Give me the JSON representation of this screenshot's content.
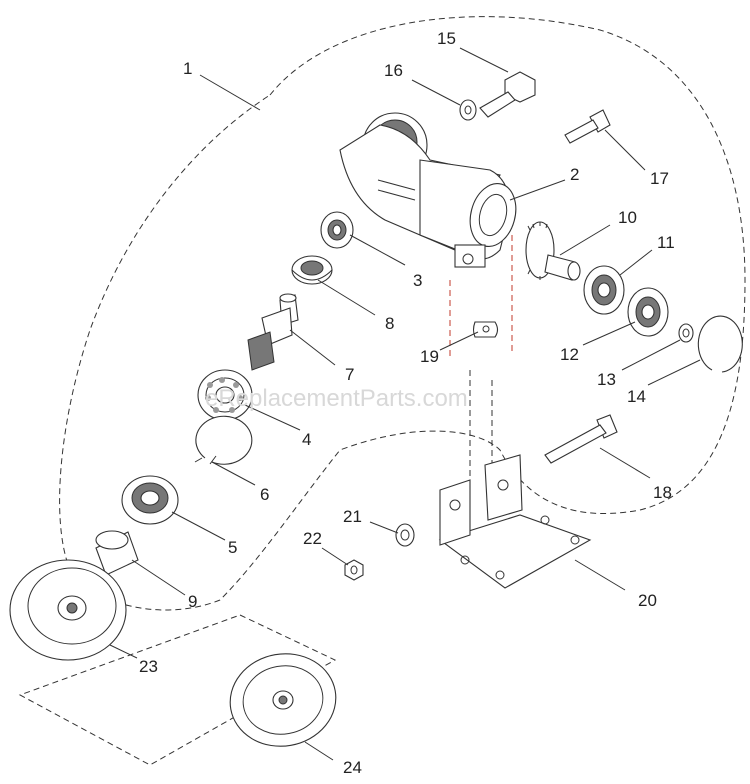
{
  "watermark": "eReplacementParts.com",
  "callouts": {
    "c1": "1",
    "c2": "2",
    "c3": "3",
    "c4": "4",
    "c5": "5",
    "c6": "6",
    "c7": "7",
    "c8": "8",
    "c9": "9",
    "c10": "10",
    "c11": "11",
    "c12": "12",
    "c13": "13",
    "c14": "14",
    "c15": "15",
    "c16": "16",
    "c17": "17",
    "c18": "18",
    "c19": "19",
    "c20": "20",
    "c21": "21",
    "c22": "22",
    "c23": "23",
    "c24": "24"
  }
}
